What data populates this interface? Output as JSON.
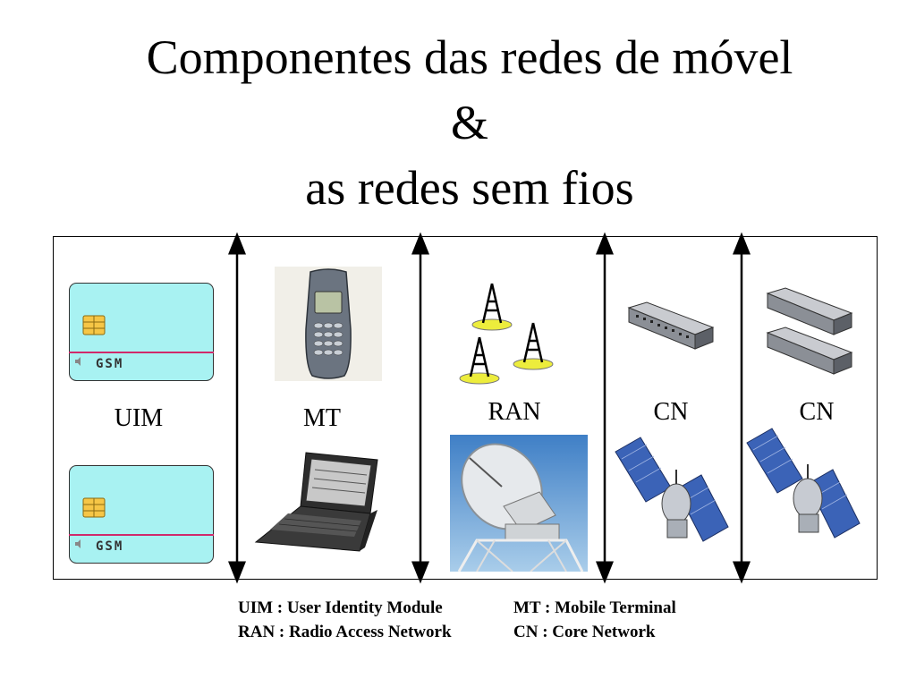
{
  "title": {
    "line1": "Componentes das redes de móvel",
    "line2": "&",
    "line3": "as redes sem fios"
  },
  "labels": {
    "uim": "UIM",
    "mt": "MT",
    "ran": "RAN",
    "cn1": "CN",
    "cn2": "CN"
  },
  "sim_card": {
    "brand": "GSM",
    "color": "#a8f2f2",
    "stripe_color": "#d02a6b"
  },
  "legend": {
    "uim": "UIM : User Identity Module",
    "mt": "MT : Mobile Terminal",
    "ran": "RAN : Radio Access Network",
    "cn": "CN : Core Network"
  }
}
